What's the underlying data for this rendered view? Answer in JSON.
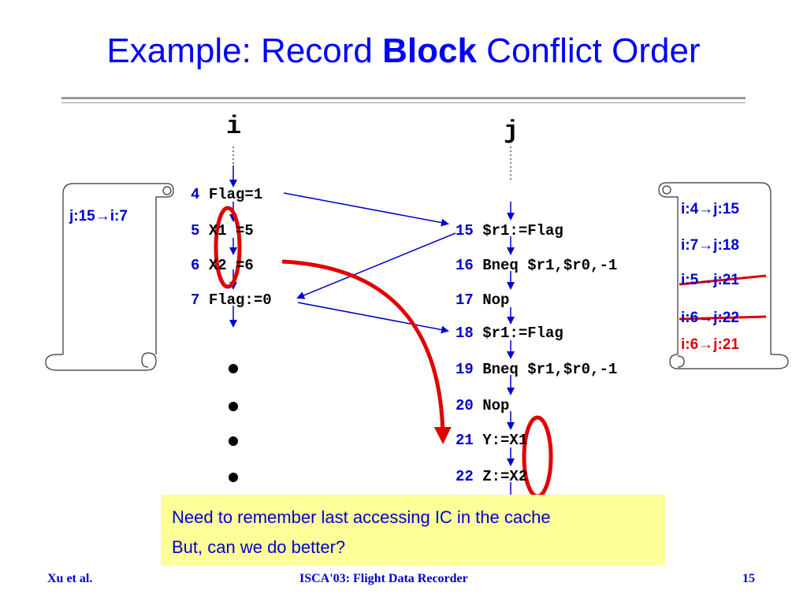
{
  "title": {
    "prefix": "Example: Record ",
    "bold": "Block",
    "suffix": " Conflict Order"
  },
  "threads": {
    "i": "i",
    "j": "j"
  },
  "thread_i": [
    {
      "num": "4",
      "code": "Flag=1"
    },
    {
      "num": "5",
      "code": "X1 =5"
    },
    {
      "num": "6",
      "code": "X2 =6"
    },
    {
      "num": "7",
      "code": "Flag:=0"
    }
  ],
  "thread_j": [
    {
      "num": "15",
      "code": "$r1:=Flag"
    },
    {
      "num": "16",
      "code": "Bneq $r1,$r0,-1"
    },
    {
      "num": "17",
      "code": "Nop"
    },
    {
      "num": "18",
      "code": "$r1:=Flag"
    },
    {
      "num": "19",
      "code": "Bneq $r1,$r0,-1"
    },
    {
      "num": "20",
      "code": "Nop"
    },
    {
      "num": "21",
      "code": "Y:=X1"
    },
    {
      "num": "22",
      "code": "Z:=X2"
    }
  ],
  "log_left": {
    "entries": [
      "j:15→i:7"
    ]
  },
  "log_right": {
    "entries": [
      {
        "text": "i:4→j:15",
        "struck": false,
        "color": "#0000cc"
      },
      {
        "text": "i:7→j:18",
        "struck": false,
        "color": "#0000cc"
      },
      {
        "text": "i:5→j:21",
        "struck": true,
        "color": "#0000cc"
      },
      {
        "text": "i:6→j:22",
        "struck": true,
        "color": "#0000cc"
      },
      {
        "text": "i:6→j:21",
        "struck": false,
        "color": "#e00000"
      }
    ]
  },
  "note": {
    "line1": "Need to remember last accessing IC in the cache",
    "line2": "But, can we do better?"
  },
  "footer": {
    "left": "Xu et al.",
    "center": "ISCA'03: Flight Data Recorder",
    "right": "15"
  },
  "colors": {
    "title": "#0000ff",
    "arrow": "#0000cc",
    "highlight": "#e00000",
    "note_bg": "#ffff99"
  }
}
